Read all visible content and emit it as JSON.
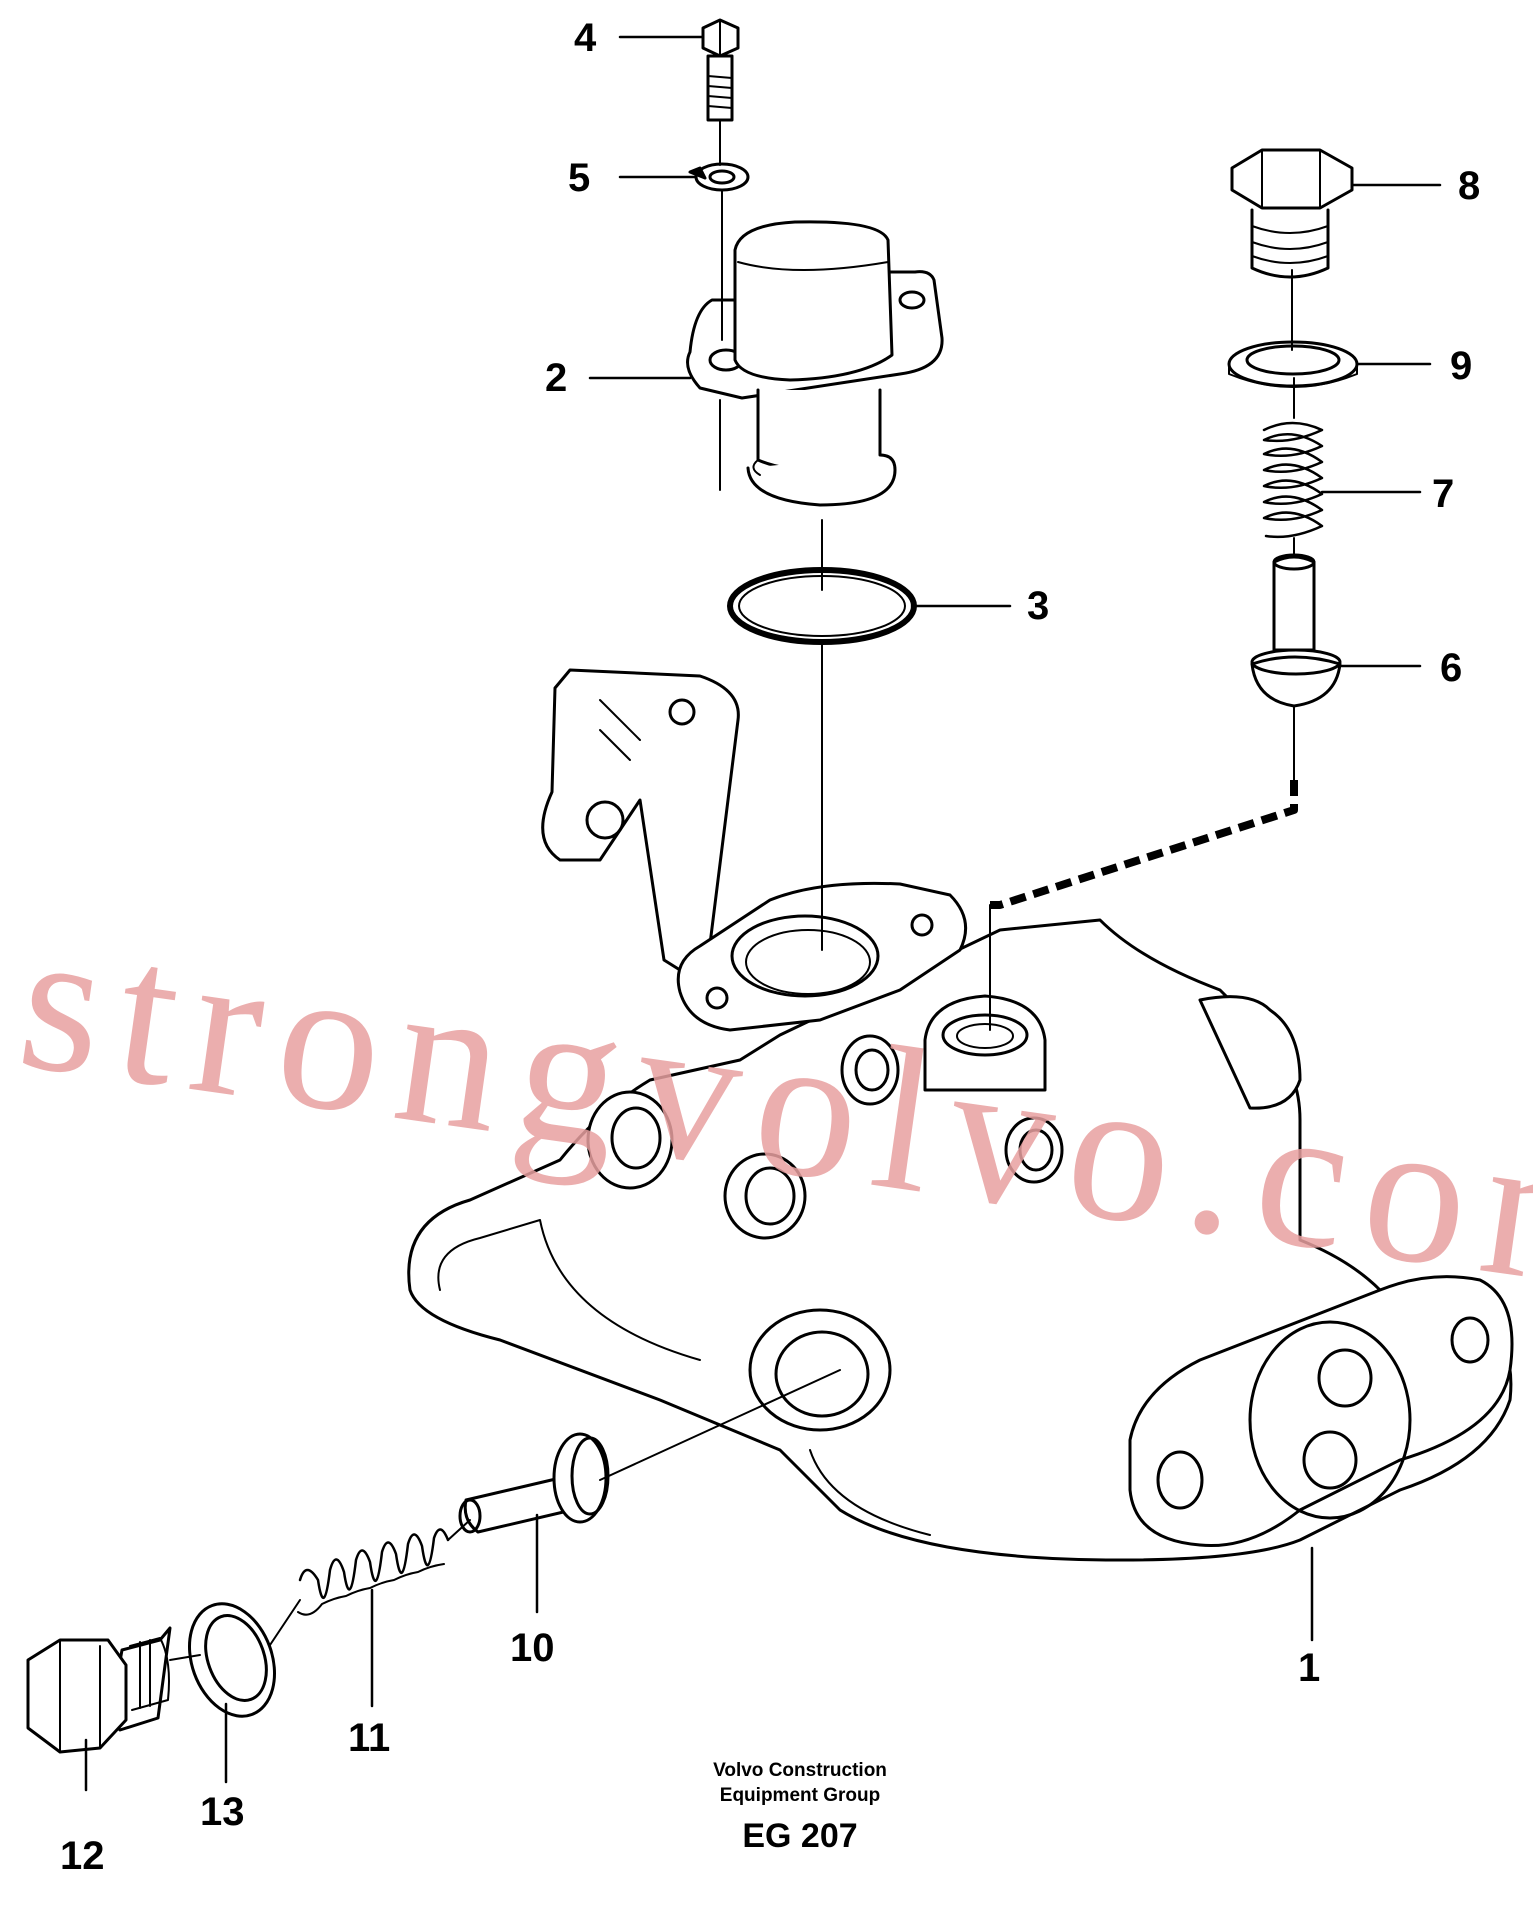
{
  "callouts": [
    {
      "id": "1",
      "label": "1"
    },
    {
      "id": "2",
      "label": "2"
    },
    {
      "id": "3",
      "label": "3"
    },
    {
      "id": "4",
      "label": "4"
    },
    {
      "id": "5",
      "label": "5"
    },
    {
      "id": "6",
      "label": "6"
    },
    {
      "id": "7",
      "label": "7"
    },
    {
      "id": "8",
      "label": "8"
    },
    {
      "id": "9",
      "label": "9"
    },
    {
      "id": "10",
      "label": "10"
    },
    {
      "id": "11",
      "label": "11"
    },
    {
      "id": "12",
      "label": "12"
    },
    {
      "id": "13",
      "label": "13"
    }
  ],
  "footer": {
    "company_line1": "Volvo Construction",
    "company_line2": "Equipment Group",
    "code": "EG 207"
  },
  "watermark": {
    "text": "strongvolvo.com",
    "color": "#e8a0a0"
  }
}
